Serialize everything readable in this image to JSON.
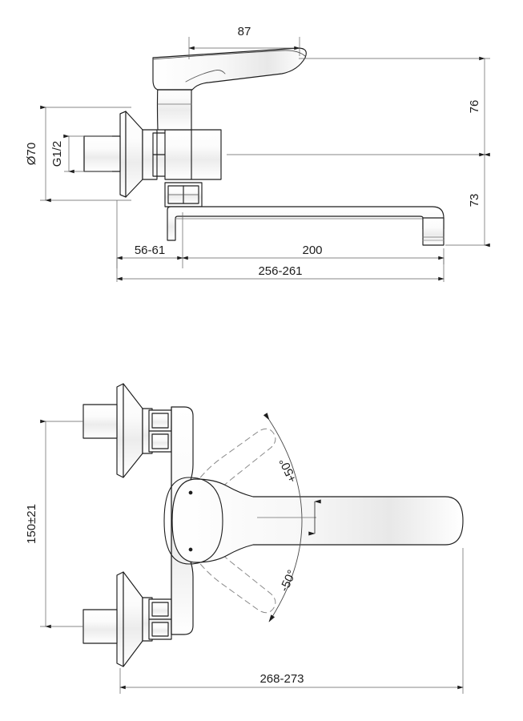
{
  "drawing": {
    "type": "technical-dimension-drawing",
    "subject": "wall-mounted single-lever kitchen mixer tap with swivel spout",
    "units": "mm",
    "views": [
      {
        "id": "side-elevation",
        "name": "Side elevation (front view)",
        "position": "top half of sheet"
      },
      {
        "id": "plan-view",
        "name": "Plan view (top view) with spout swivel range",
        "position": "bottom half of sheet"
      }
    ]
  },
  "side_view": {
    "dimensions": {
      "lever_length": "87",
      "height_upper": "76",
      "height_lower": "73",
      "wall_to_body": "56-61",
      "spout_reach": "200",
      "total_projection": "256-261",
      "escutcheon_diameter": "Ø70",
      "inlet_thread": "G1/2"
    }
  },
  "plan_view": {
    "dimensions": {
      "inlet_centres": "150±21",
      "total_length": "268-273"
    },
    "angles": {
      "swivel_positive": "+50°",
      "swivel_negative": "-50°"
    }
  },
  "style": {
    "line_color": "#1d1d1d",
    "dim_line_color": "#5a5a5a",
    "hidden_line_color": "#7d7d7d",
    "background": "#ffffff",
    "shading_light": "#f2f2f2",
    "shading_mid": "#d9d9d9"
  }
}
